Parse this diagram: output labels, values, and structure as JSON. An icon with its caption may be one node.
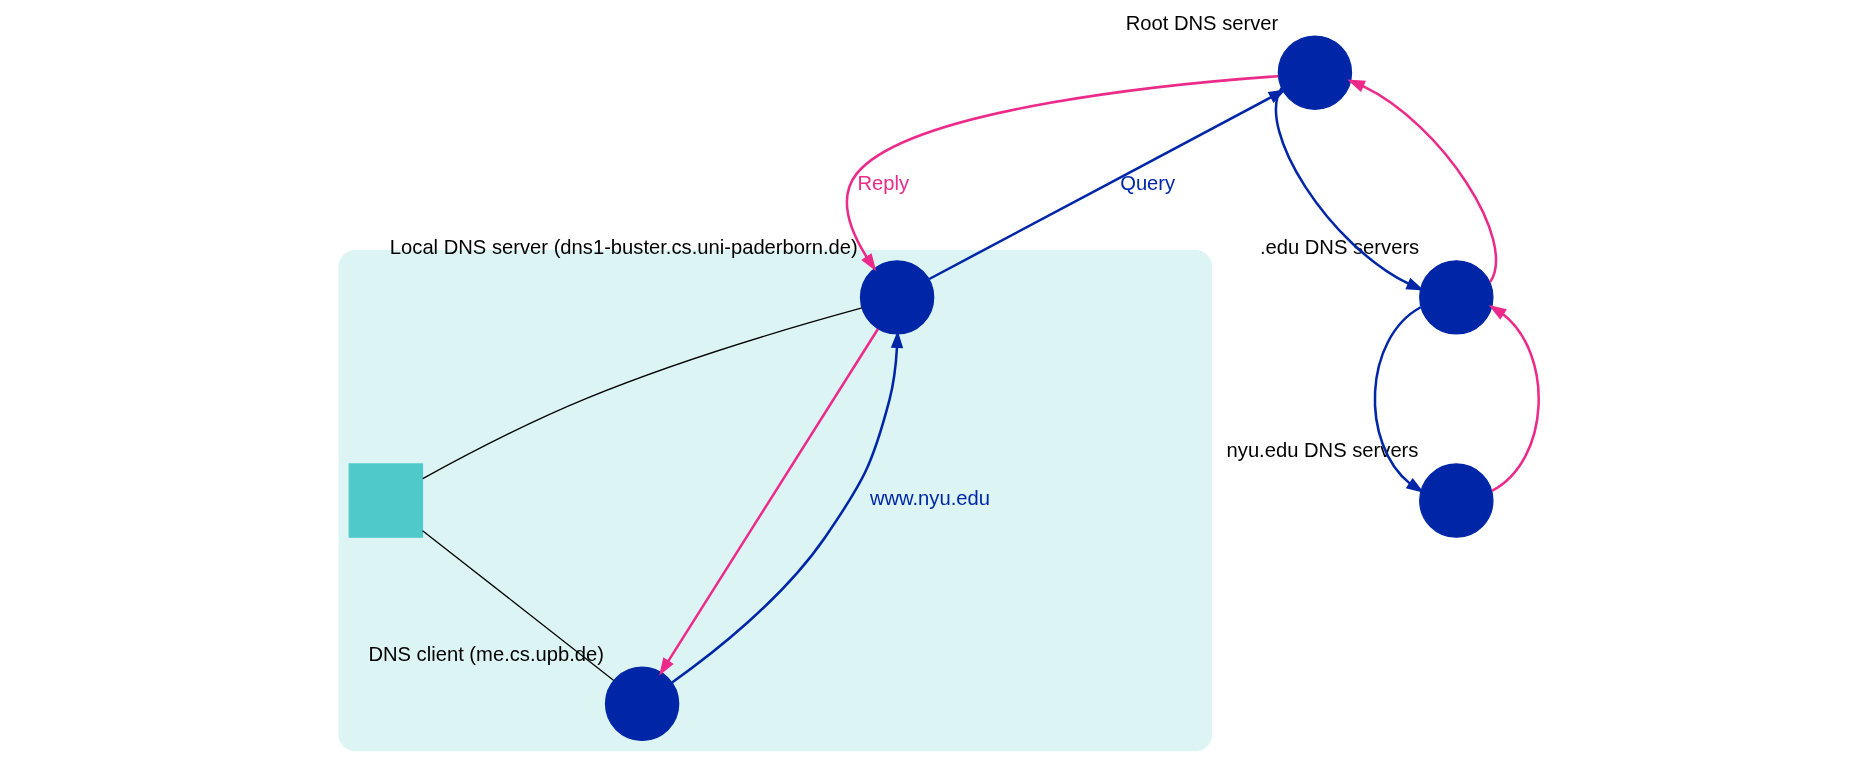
{
  "diagram": {
    "nodes": [
      {
        "text": [
          "Root DNS server"
        ]
      },
      {
        "text": [],
        "shape": "ellipse"
      },
      {
        "text": [
          "Local DNS server (dns1-buster.cs.uni-paderborn.de)"
        ],
        "in": 1
      },
      {
        "text": [],
        "shape": "box",
        "in": 1
      },
      {
        "text": [
          "DNS client (me.cs.upb.de)"
        ],
        "in": 1
      },
      {
        "text": [
          ".edu DNS servers"
        ]
      },
      {
        "text": [
          "nyu.edu DNS servers"
        ]
      }
    ],
    "edges": [
      {
        "from": 0,
        "to": 2,
        "arrow": "to",
        "label": "Reply",
        "color": "#ec2a8a"
      },
      {
        "from": 2,
        "to": 0,
        "arrow": "to",
        "label": "Query",
        "color": "#0026a8"
      },
      {
        "from": 5,
        "to": 0,
        "arrow": "to",
        "color": "#ec2a8a"
      },
      {
        "from": 0,
        "to": 5,
        "arrow": "to",
        "color": "#0026a8"
      },
      {
        "from": 5,
        "to": 6,
        "arrow": "to",
        "color": "#0026a8"
      },
      {
        "from": 6,
        "to": 5,
        "arrow": "to",
        "color": "#ec2a8a"
      },
      {
        "from": 2,
        "to": 3,
        "arrow": "none",
        "color": "#000000"
      },
      {
        "from": 3,
        "to": 4,
        "arrow": "none",
        "color": "#000000"
      },
      {
        "from": 2,
        "to": 4,
        "arrow": "to",
        "color": "#ec2a8a"
      },
      {
        "from": 4,
        "to": 2,
        "arrow": "to",
        "label": "www.nyu.edu",
        "color": "#0026a8"
      }
    ]
  }
}
